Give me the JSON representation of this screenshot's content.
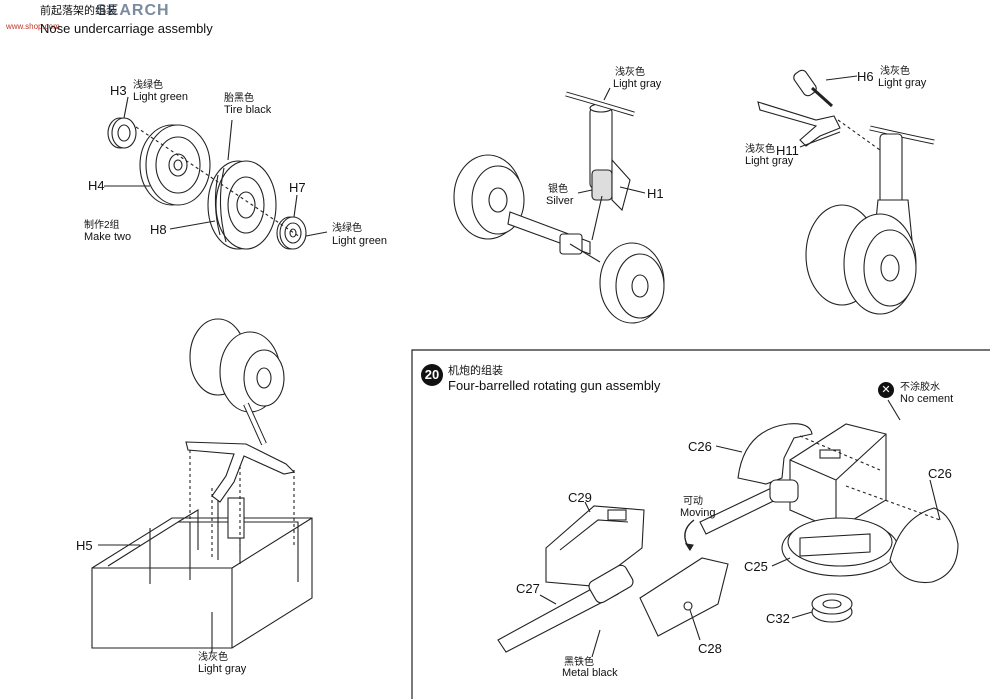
{
  "watermark": {
    "logo": "SEARCH",
    "site": "www.shop.com"
  },
  "step19": {
    "title_cn": "前起落架的组装",
    "title_en": "Nose undercarriage assembly",
    "labels": {
      "h3": "H3",
      "h4": "H4",
      "h7": "H7",
      "h8": "H8",
      "h1": "H1",
      "h6": "H6",
      "h11": "H11",
      "h5": "H5",
      "light_green_cn_1": "浅绿色",
      "light_green_en_1": "Light green",
      "tire_black_cn": "胎黑色",
      "tire_black_en": "Tire black",
      "light_green_cn_2": "浅绿色",
      "light_green_en_2": "Light green",
      "make_two_cn": "制作2组",
      "make_two_en": "Make two",
      "light_gray_cn_1": "浅灰色",
      "light_gray_en_1": "Light gray",
      "silver_cn": "银色",
      "silver_en": "Silver",
      "light_gray_cn_2": "浅灰色",
      "light_gray_en_2": "Light gray",
      "light_gray_cn_3": "浅灰色",
      "light_gray_en_3": "Light gray",
      "light_gray_cn_4": "浅灰色",
      "light_gray_en_4": "Light gray"
    }
  },
  "step20": {
    "number": "20",
    "title_cn": "机炮的组装",
    "title_en": "Four-barrelled rotating gun assembly",
    "labels": {
      "no_cement_cn": "不涂胶水",
      "no_cement_en": "No cement",
      "c26a": "C26",
      "c26b": "C26",
      "c29": "C29",
      "c27": "C27",
      "c28": "C28",
      "c25": "C25",
      "c32": "C32",
      "moving_cn": "可动",
      "moving_en": "Moving",
      "metal_black_cn": "黑铁色",
      "metal_black_en": "Metal black"
    }
  }
}
